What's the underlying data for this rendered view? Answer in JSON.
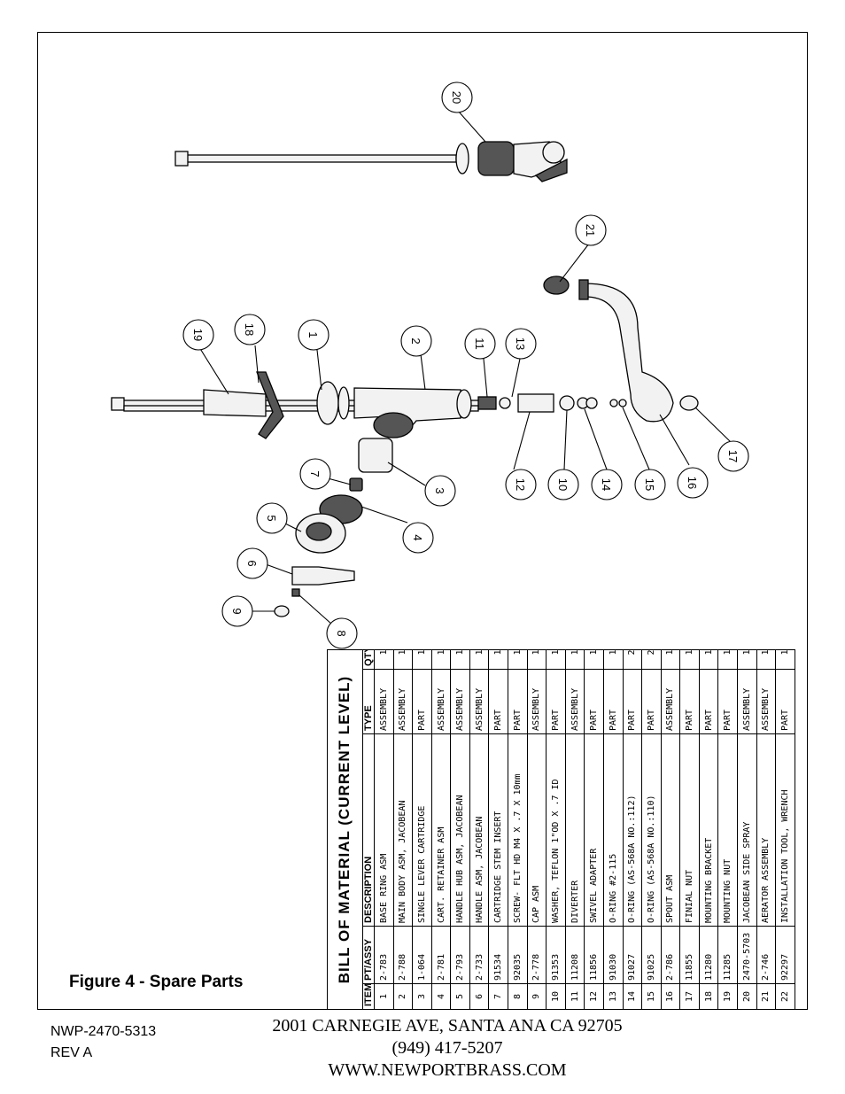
{
  "callouts": [
    "1",
    "2",
    "3",
    "4",
    "5",
    "6",
    "7",
    "8",
    "9",
    "10",
    "11",
    "12",
    "13",
    "14",
    "15",
    "16",
    "17",
    "18",
    "19",
    "20",
    "21"
  ],
  "bom": {
    "title": "BILL OF MATERIAL (CURRENT LEVEL)",
    "headers": {
      "item": "ITEM",
      "pt": "PT/ASSY",
      "desc": "DESCRIPTION",
      "type": "TYPE",
      "qty": "QTY."
    },
    "rows": [
      {
        "item": "1",
        "pt": "2-783",
        "desc": "BASE RING ASM",
        "type": "ASSEMBLY",
        "qty": "1"
      },
      {
        "item": "2",
        "pt": "2-788",
        "desc": "MAIN BODY ASM, JACOBEAN",
        "type": "ASSEMBLY",
        "qty": "1"
      },
      {
        "item": "3",
        "pt": "1-064",
        "desc": "SINGLE LEVER CARTRIDGE",
        "type": "PART",
        "qty": "1"
      },
      {
        "item": "4",
        "pt": "2-781",
        "desc": "CART. RETAINER ASM",
        "type": "ASSEMBLY",
        "qty": "1"
      },
      {
        "item": "5",
        "pt": "2-793",
        "desc": "HANDLE HUB ASM, JACOBEAN",
        "type": "ASSEMBLY",
        "qty": "1"
      },
      {
        "item": "6",
        "pt": "2-733",
        "desc": "HANDLE ASM, JACOBEAN",
        "type": "ASSEMBLY",
        "qty": "1"
      },
      {
        "item": "7",
        "pt": "91534",
        "desc": "CARTRIDGE STEM INSERT",
        "type": "PART",
        "qty": "1"
      },
      {
        "item": "8",
        "pt": "92035",
        "desc": "SCREW- FLT HD M4 X .7 X 10mm",
        "type": "PART",
        "qty": "1"
      },
      {
        "item": "9",
        "pt": "2-778",
        "desc": "CAP ASM",
        "type": "ASSEMBLY",
        "qty": "1"
      },
      {
        "item": "10",
        "pt": "91353",
        "desc": "WASHER, TEFLON 1\"OD X .7 ID",
        "type": "PART",
        "qty": "1"
      },
      {
        "item": "11",
        "pt": "11208",
        "desc": "DIVERTER",
        "type": "ASSEMBLY",
        "qty": "1"
      },
      {
        "item": "12",
        "pt": "11856",
        "desc": "SWIVEL ADAPTER",
        "type": "PART",
        "qty": "1"
      },
      {
        "item": "13",
        "pt": "91030",
        "desc": "O-RING #2-115",
        "type": "PART",
        "qty": "1"
      },
      {
        "item": "14",
        "pt": "91027",
        "desc": "O-RING (AS-568A NO.:112)",
        "type": "PART",
        "qty": "2"
      },
      {
        "item": "15",
        "pt": "91025",
        "desc": "O-RING (AS-568A NO.:110)",
        "type": "PART",
        "qty": "2"
      },
      {
        "item": "16",
        "pt": "2-786",
        "desc": "SPOUT ASM",
        "type": "ASSEMBLY",
        "qty": "1"
      },
      {
        "item": "17",
        "pt": "11855",
        "desc": "FINIAL NUT",
        "type": "PART",
        "qty": "1"
      },
      {
        "item": "18",
        "pt": "11280",
        "desc": "MOUNTING BRACKET",
        "type": "PART",
        "qty": "1"
      },
      {
        "item": "19",
        "pt": "11285",
        "desc": "MOUNTING NUT",
        "type": "PART",
        "qty": "1"
      },
      {
        "item": "20",
        "pt": "2470-5703",
        "desc": "JACOBEAN SIDE SPRAY",
        "type": "ASSEMBLY",
        "qty": "1"
      },
      {
        "item": "21",
        "pt": "2-746",
        "desc": "AERATOR ASSEMBLY",
        "type": "ASSEMBLY",
        "qty": "1"
      },
      {
        "item": "22",
        "pt": "92297",
        "desc": "INSTALLATION TOOL, WRENCH",
        "type": "PART",
        "qty": "1"
      }
    ]
  },
  "figure_caption": "Figure 4 - Spare Parts",
  "doc_number": "NWP-2470-5313",
  "revision": "REV A",
  "address_lines": [
    "2001 CARNEGIE AVE, SANTA ANA CA 92705",
    "(949) 417-5207",
    "WWW.NEWPORTBRASS.COM"
  ]
}
